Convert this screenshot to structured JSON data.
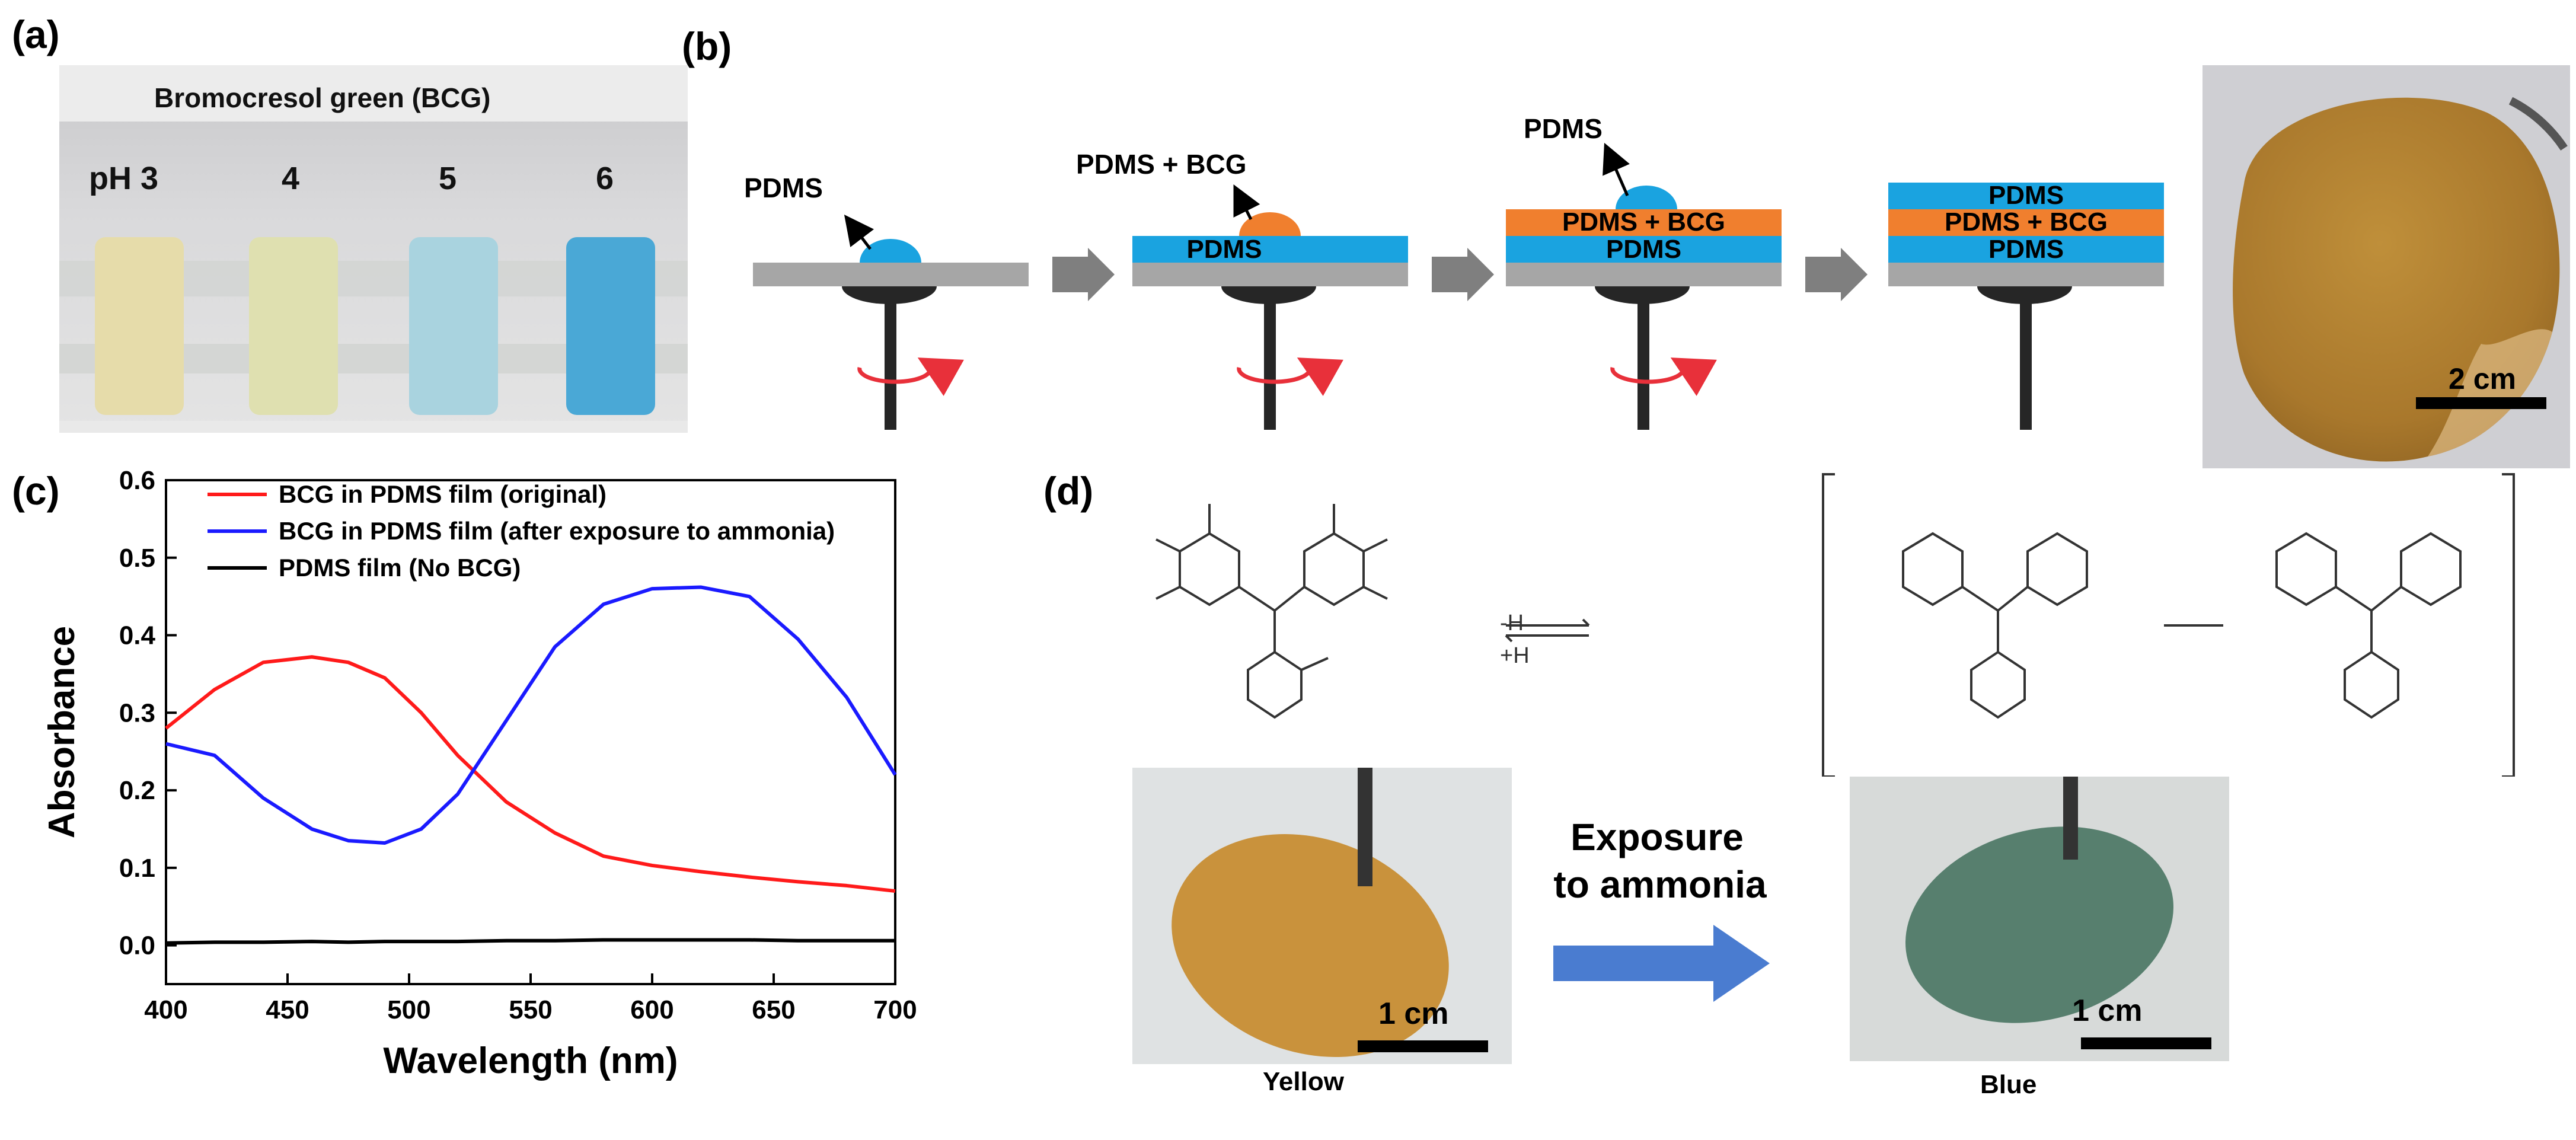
{
  "panels": {
    "a": {
      "label": "(a)",
      "title": "Bromocresol green (BCG)",
      "tubes": [
        "pH 3",
        "4",
        "5",
        "6"
      ],
      "tube_colors": [
        "#e6dcaa",
        "#dfe0b0",
        "#a9d3df",
        "#4aa8d6"
      ]
    },
    "b": {
      "label": "(b)",
      "step1_label": "PDMS",
      "step2_label": "PDMS + BCG",
      "step2_layer": "PDMS",
      "step3_label": "PDMS",
      "step3_layers": [
        "PDMS + BCG",
        "PDMS"
      ],
      "step4_layers": [
        "PDMS",
        "PDMS + BCG",
        "PDMS"
      ],
      "scalebar": "2 cm",
      "colors": {
        "pdms": "#1aa3e0",
        "bcg": "#f07f2e",
        "substrate": "#a6a6a6",
        "arrow": "#7f7f7f",
        "rotate": "#e8303a"
      }
    },
    "c": {
      "label": "(c)"
    },
    "d": {
      "label": "(d)",
      "reaction_forward": "-H",
      "reaction_reverse": "+H",
      "exposure_line1": "Exposure",
      "exposure_line2": "to ammonia",
      "scalebar_left": "1 cm",
      "scalebar_right": "1 cm",
      "caption_left": "Yellow",
      "caption_right": "Blue",
      "colors": {
        "yellow_film": "#c9923c",
        "blue_film": "#577f6e",
        "arrow": "#4a7cd0"
      }
    }
  },
  "chart_data": {
    "type": "line",
    "xlabel": "Wavelength (nm)",
    "ylabel": "Absorbance",
    "xlim": [
      400,
      700
    ],
    "ylim": [
      -0.05,
      0.6
    ],
    "xticks": [
      "400",
      "450",
      "500",
      "550",
      "600",
      "650",
      "700"
    ],
    "yticks": [
      "0.0",
      "0.1",
      "0.2",
      "0.3",
      "0.4",
      "0.5",
      "0.6"
    ],
    "legend_position": "top-left",
    "x": [
      400,
      420,
      440,
      460,
      475,
      490,
      505,
      520,
      540,
      560,
      580,
      600,
      620,
      640,
      660,
      680,
      700
    ],
    "series": [
      {
        "name": "BCG in PDMS film (original)",
        "color": "#ff1a1a",
        "values": [
          0.28,
          0.33,
          0.365,
          0.372,
          0.365,
          0.345,
          0.3,
          0.245,
          0.185,
          0.145,
          0.115,
          0.103,
          0.095,
          0.088,
          0.082,
          0.077,
          0.07
        ]
      },
      {
        "name": "BCG in PDMS film (after exposure to ammonia)",
        "color": "#1a1aff",
        "values": [
          0.26,
          0.245,
          0.19,
          0.15,
          0.135,
          0.132,
          0.15,
          0.195,
          0.29,
          0.385,
          0.44,
          0.46,
          0.462,
          0.45,
          0.395,
          0.32,
          0.22
        ]
      },
      {
        "name": "PDMS film (No BCG)",
        "color": "#000000",
        "values": [
          0.003,
          0.004,
          0.004,
          0.005,
          0.004,
          0.005,
          0.005,
          0.005,
          0.006,
          0.006,
          0.007,
          0.007,
          0.007,
          0.007,
          0.006,
          0.006,
          0.006
        ]
      }
    ]
  }
}
